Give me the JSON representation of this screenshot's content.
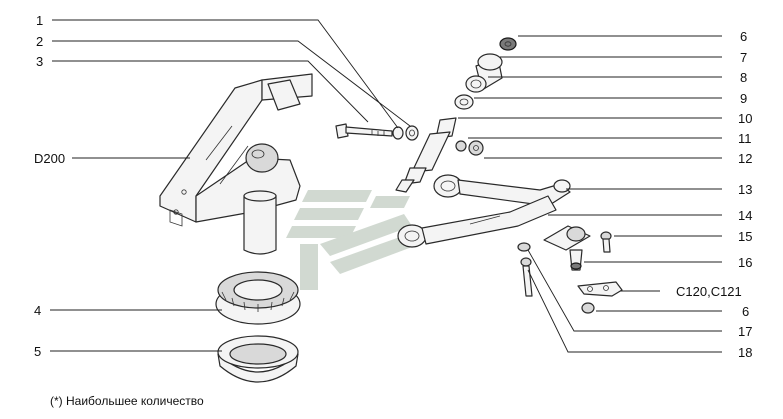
{
  "callouts": {
    "c1": "1",
    "c2": "2",
    "c3": "3",
    "c4": "4",
    "c5": "5",
    "c6a": "6",
    "c7": "7",
    "c8": "8",
    "c9": "9",
    "c10": "10",
    "c11": "11",
    "c12": "12",
    "c13": "13",
    "c14": "14",
    "c15": "15",
    "c16": "16",
    "c120": "C120,C121",
    "c6b": "6",
    "c17": "17",
    "c18": "18",
    "d200": "D200"
  },
  "footnote": "(*) Наибольшее количество",
  "colors": {
    "watermark": "#c9d3c9",
    "line": "#222222",
    "part_fill": "#f4f4f4"
  }
}
